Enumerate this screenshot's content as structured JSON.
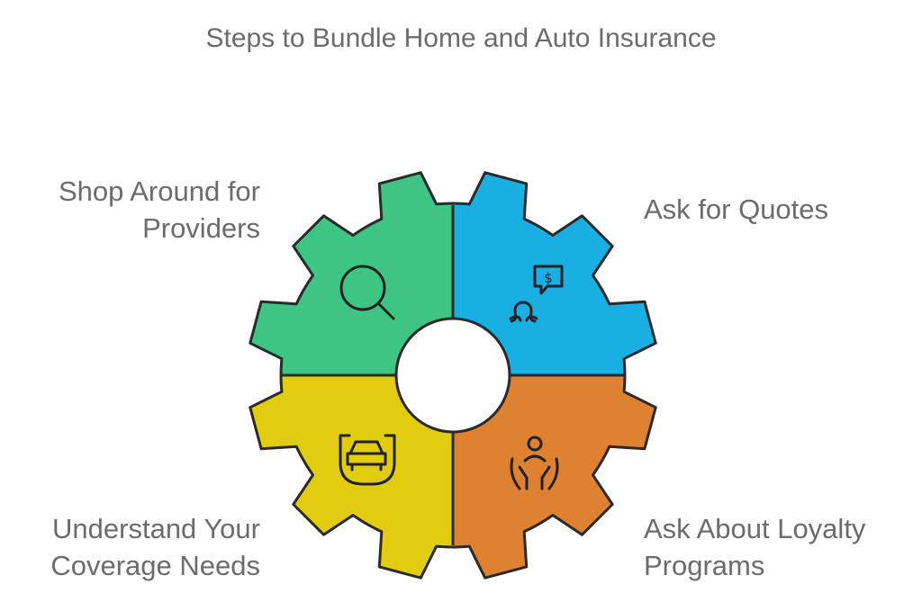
{
  "title": "Steps to Bundle Home and Auto Insurance",
  "steps": [
    {
      "label_line1": "Shop Around for",
      "label_line2": "Providers",
      "icon": "magnifier-icon",
      "color": "#3ec584"
    },
    {
      "label_line1": "Ask for Quotes",
      "label_line2": "",
      "icon": "person-dollar-speech-icon",
      "color": "#1aafe2"
    },
    {
      "label_line1": "Understand Your",
      "label_line2": "Coverage Needs",
      "icon": "car-shield-icon",
      "color": "#e2cc10"
    },
    {
      "label_line1": "Ask About Loyalty",
      "label_line2": "Programs",
      "icon": "hands-person-icon",
      "color": "#de8232"
    }
  ]
}
